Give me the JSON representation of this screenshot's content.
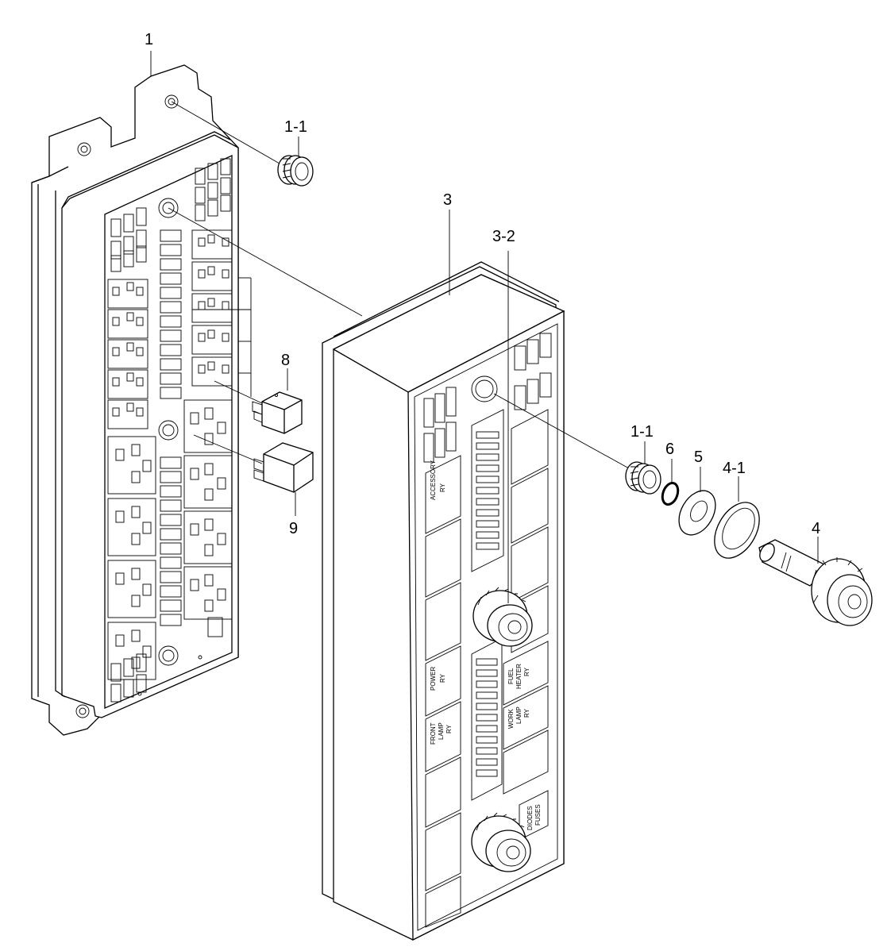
{
  "parts": {
    "p1": "1",
    "p1_1_top": "1-1",
    "p3": "3",
    "p3_2": "3-2",
    "p8": "8",
    "p9": "9",
    "p1_1_right": "1-1",
    "p6": "6",
    "p5": "5",
    "p4_1": "4-1",
    "p4": "4"
  },
  "cover_labels": {
    "accessory": "ACCESSORY",
    "ry": "RY",
    "power": "POWER",
    "front_lamp": "FRONT",
    "lamp": "LAMP",
    "fuel_heater": "FUEL",
    "heater": "HEATER",
    "work": "WORK",
    "diodes": "DIODES",
    "fuses": "FUSES"
  }
}
